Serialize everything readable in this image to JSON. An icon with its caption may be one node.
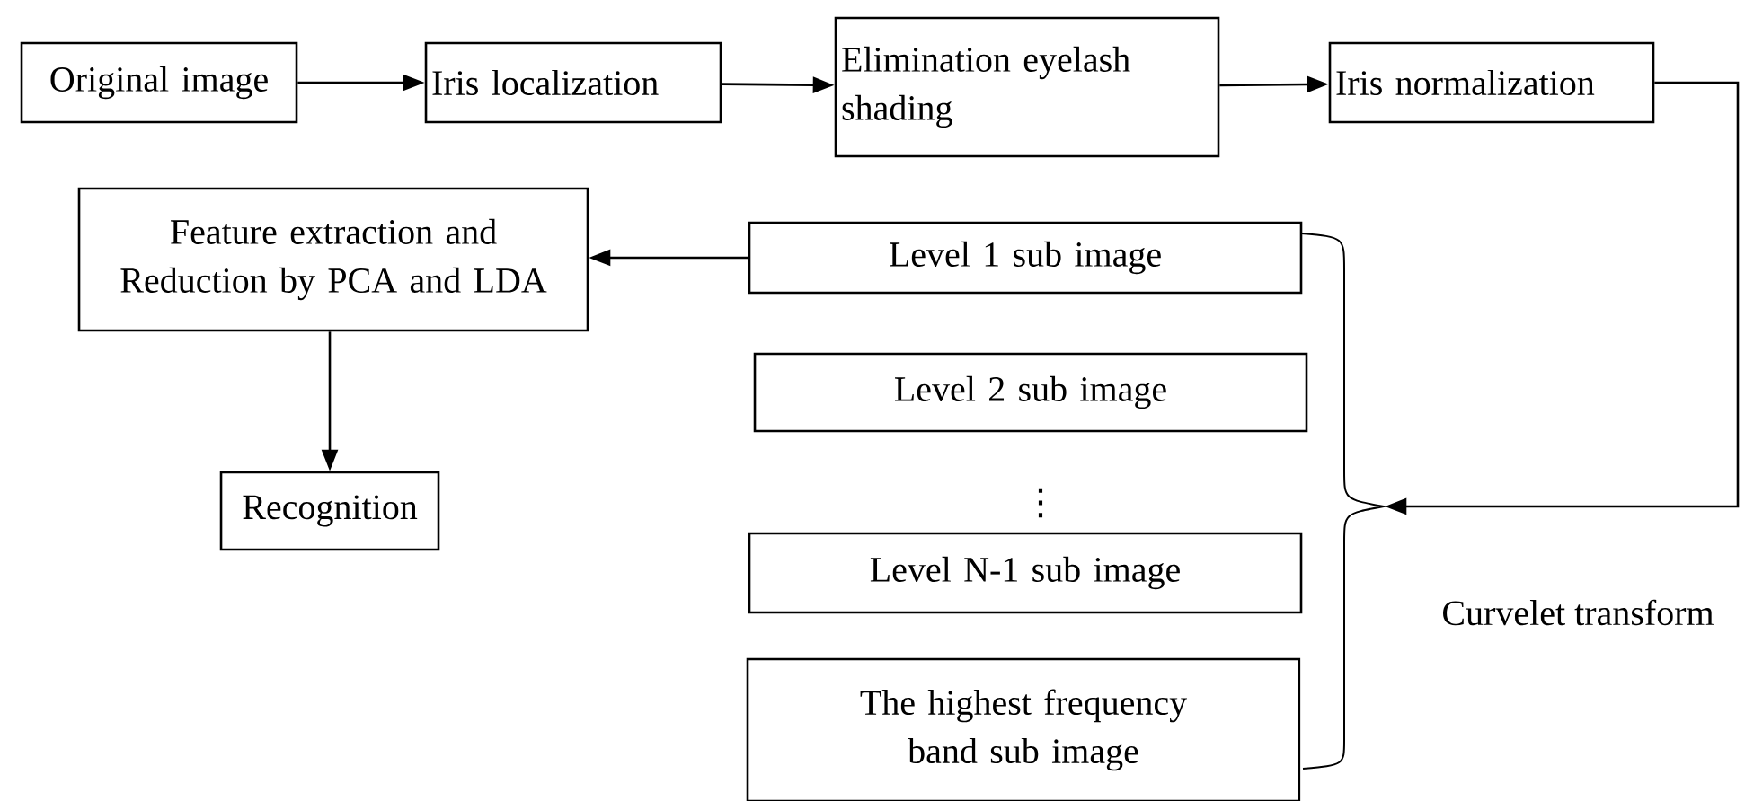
{
  "diagram": {
    "nodes": [
      {
        "text": [
          "Original image"
        ]
      },
      {
        "text": [
          "Iris localization"
        ]
      },
      {
        "text": [
          "Elimination eyelash shading"
        ]
      },
      {
        "text": [
          "Iris normalization"
        ]
      },
      {
        "text": [
          "Feature extraction and Reduction by PCA and LDA"
        ]
      },
      {
        "text": [
          "Level 1 sub image"
        ]
      },
      {
        "text": [
          "Level 2 sub image"
        ]
      },
      {
        "text": [
          "Level N-1 sub image"
        ]
      },
      {
        "text": [
          "The highest frequency band sub image"
        ]
      },
      {
        "text": [
          "Recognition"
        ]
      },
      {
        "text": [],
        "shape": "brace"
      }
    ],
    "edges": [
      {
        "from": 0,
        "to": 1,
        "arrow": "to"
      },
      {
        "from": 1,
        "to": 2,
        "arrow": "to"
      },
      {
        "from": 2,
        "to": 3,
        "arrow": "to"
      },
      {
        "from": 3,
        "to": 10,
        "arrow": "to",
        "label": "Curvelet transform"
      },
      {
        "from": 5,
        "to": 4,
        "arrow": "to"
      },
      {
        "from": 4,
        "to": 9,
        "arrow": "to"
      }
    ],
    "labels": [
      "⋮"
    ]
  }
}
